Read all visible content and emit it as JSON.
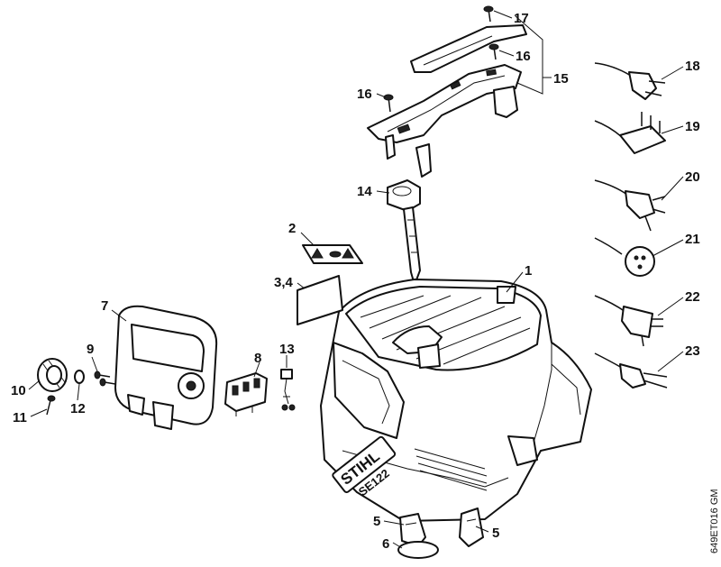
{
  "parts": [
    {
      "id": "p1",
      "number": "1",
      "name": "housing"
    },
    {
      "id": "p2",
      "number": "2",
      "name": "warning-label"
    },
    {
      "id": "p34",
      "number": "3,4",
      "name": "label-plate"
    },
    {
      "id": "p5a",
      "number": "5",
      "name": "foot-left"
    },
    {
      "id": "p5b",
      "number": "5",
      "name": "foot-right"
    },
    {
      "id": "p6",
      "number": "6",
      "name": "o-ring"
    },
    {
      "id": "p7",
      "number": "7",
      "name": "side-cover"
    },
    {
      "id": "p8",
      "number": "8",
      "name": "switch-holder"
    },
    {
      "id": "p9",
      "number": "9",
      "name": "screw"
    },
    {
      "id": "p10",
      "number": "10",
      "name": "knob"
    },
    {
      "id": "p11",
      "number": "11",
      "name": "screw"
    },
    {
      "id": "p12",
      "number": "12",
      "name": "washer"
    },
    {
      "id": "p13",
      "number": "13",
      "name": "carbon-brush"
    },
    {
      "id": "p14",
      "number": "14",
      "name": "cable-grommet"
    },
    {
      "id": "p15",
      "number": "15",
      "name": "handle-assembly"
    },
    {
      "id": "p16a",
      "number": "16",
      "name": "screw"
    },
    {
      "id": "p16b",
      "number": "16",
      "name": "screw"
    },
    {
      "id": "p17",
      "number": "17",
      "name": "screw"
    },
    {
      "id": "p18",
      "number": "18",
      "name": "power-cord-plug"
    },
    {
      "id": "p19",
      "number": "19",
      "name": "power-cord-plug"
    },
    {
      "id": "p20",
      "number": "20",
      "name": "power-cord-plug"
    },
    {
      "id": "p21",
      "number": "21",
      "name": "power-cord-plug"
    },
    {
      "id": "p22",
      "number": "22",
      "name": "power-cord-plug"
    },
    {
      "id": "p23",
      "number": "23",
      "name": "power-cord-plug"
    }
  ],
  "brand": {
    "logo": "STIHL",
    "model": "SE122"
  },
  "drawing_code": "649ET016 GM"
}
